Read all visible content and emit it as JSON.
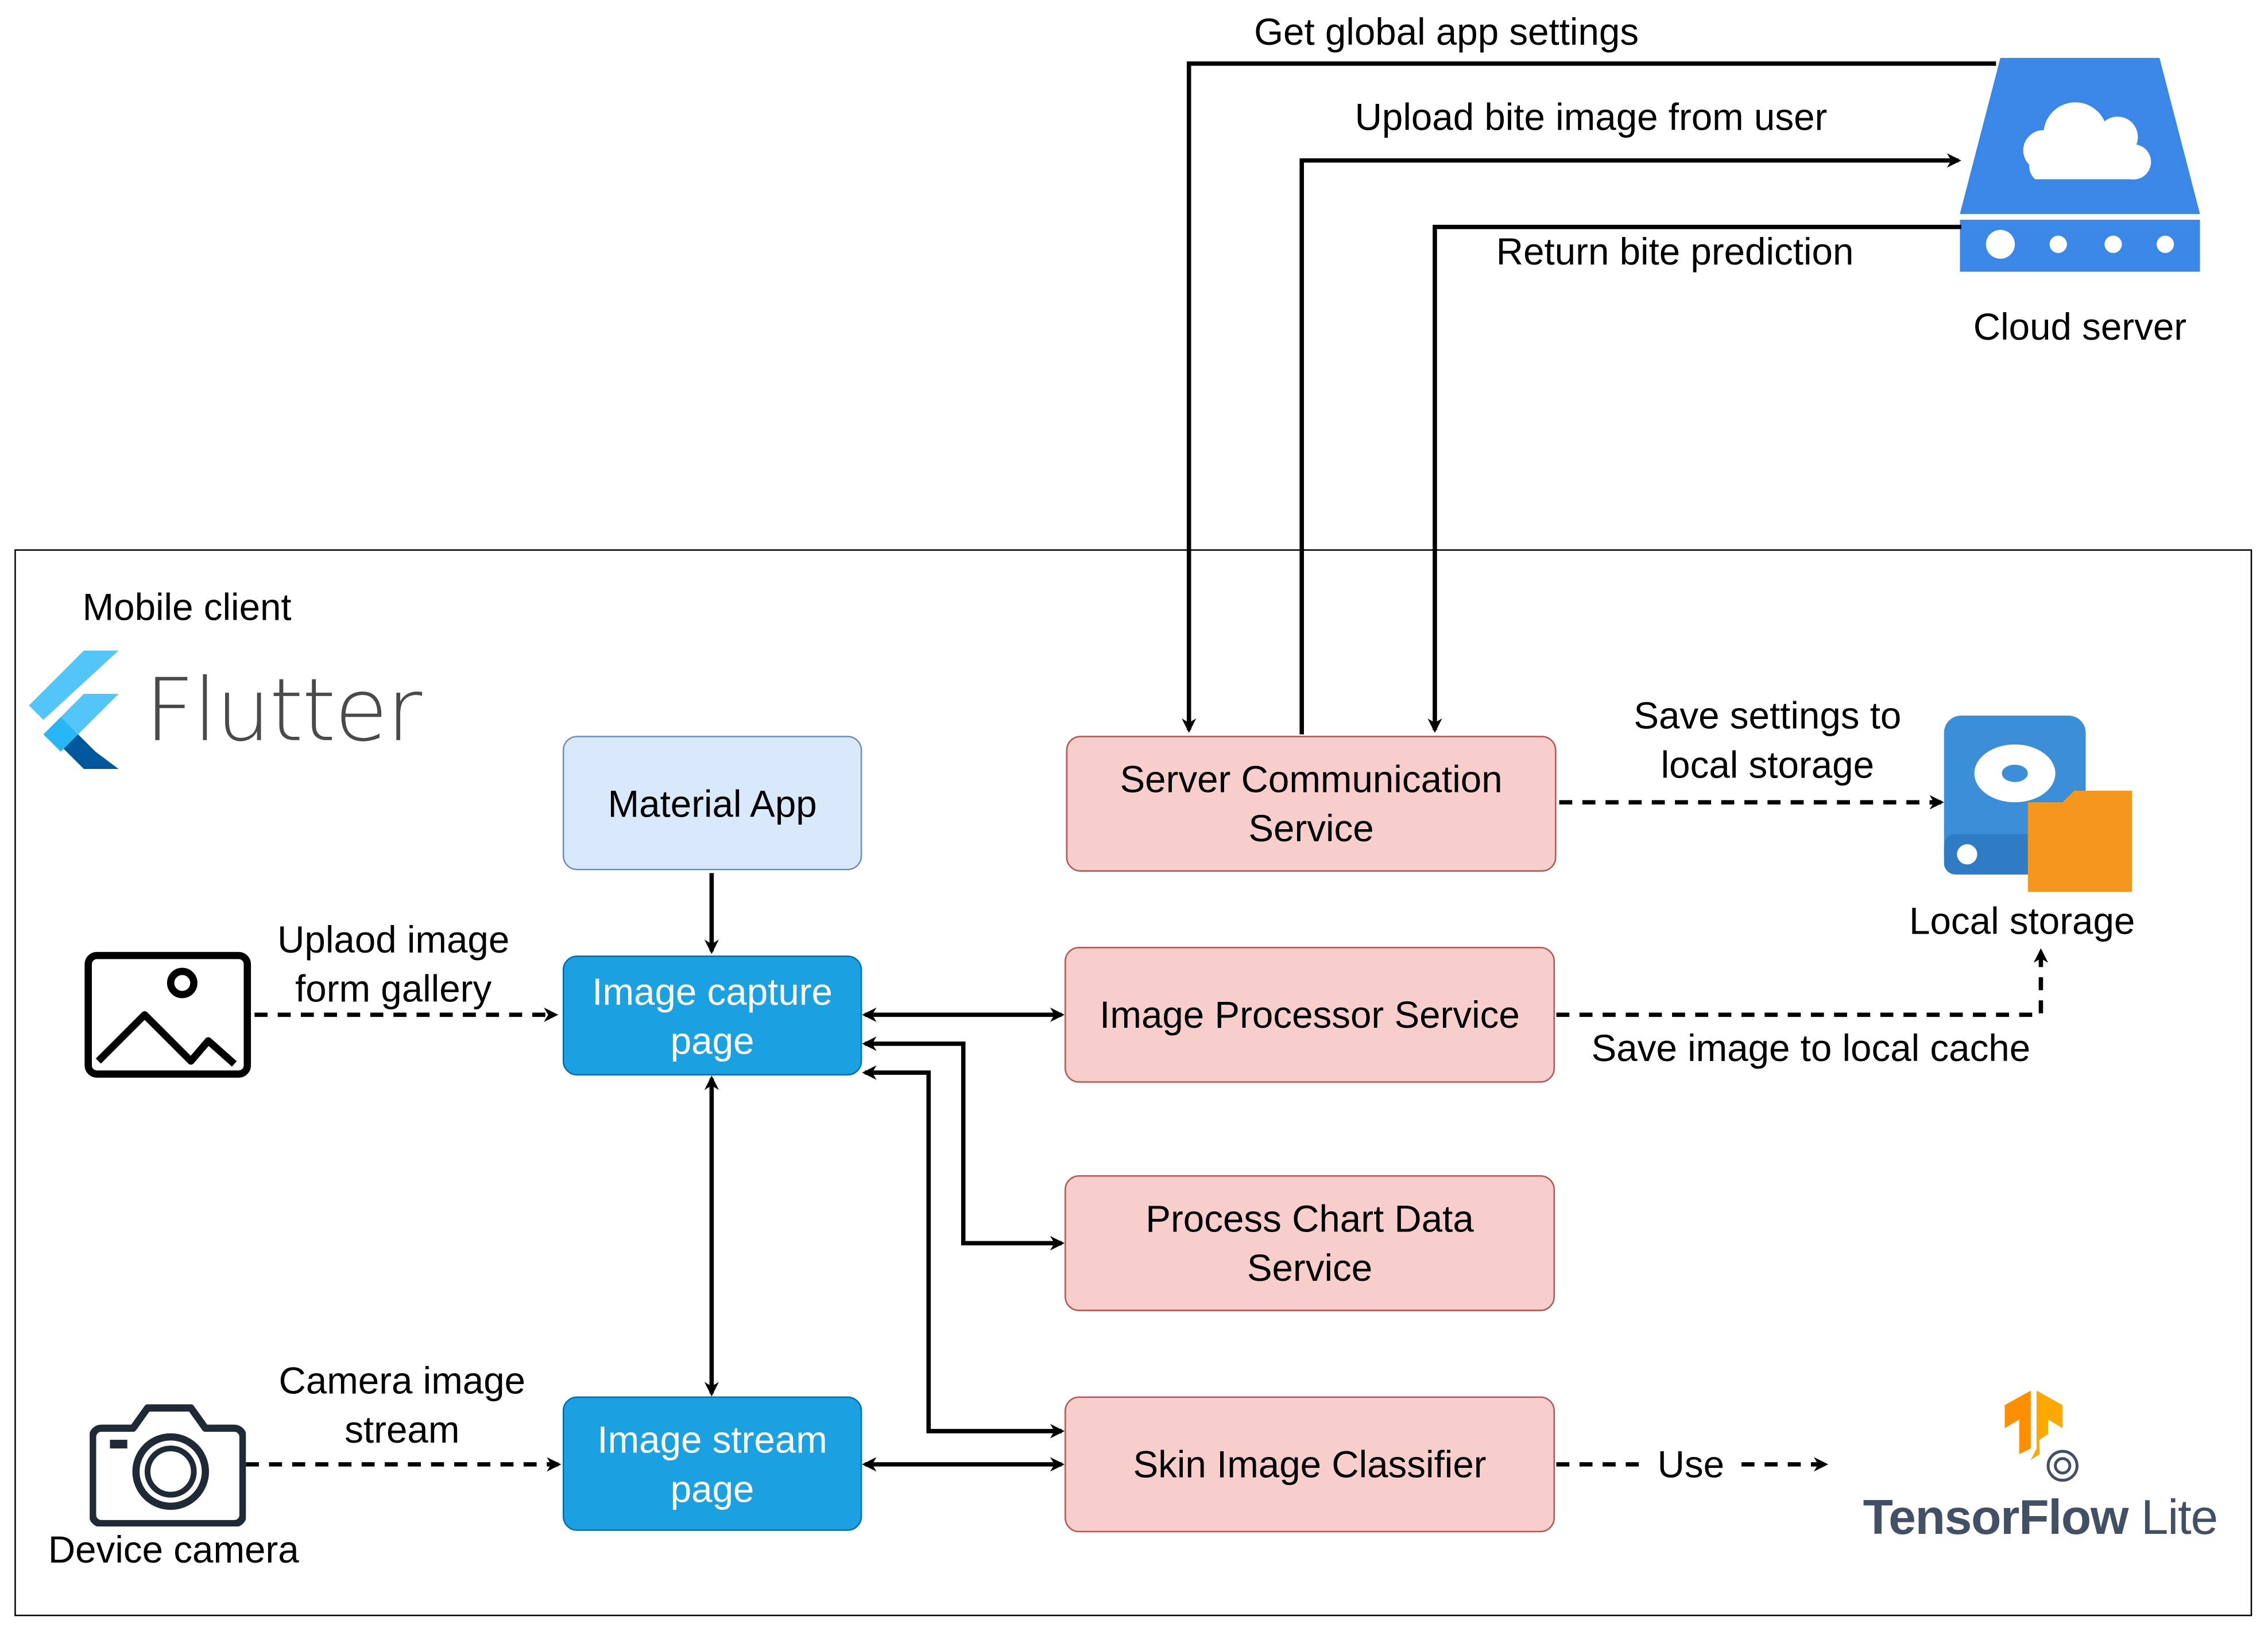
{
  "container": {
    "label": "Mobile client"
  },
  "logos": {
    "flutter": {
      "text": "Flutter",
      "color_light": "#54c5f8",
      "color_dark": "#01579b"
    },
    "tensorflow": {
      "text_bold": "TensorFlow",
      "text_light": "Lite",
      "color": "#ff8f00"
    }
  },
  "cloud": {
    "label": "Cloud server",
    "color": "#3a87e8"
  },
  "local_storage": {
    "label": "Local storage",
    "disk_color": "#3b8fd9",
    "folder_color": "#f5961d"
  },
  "gallery": {
    "label": "Uplaod image\nform gallery"
  },
  "camera": {
    "label": "Device camera",
    "stream_label": "Camera image\nstream"
  },
  "nodes": {
    "material_app": "Material App",
    "image_capture": "Image capture\npage",
    "image_stream": "Image stream\npage",
    "server_comm": "Server Communication\nService",
    "image_processor": "Image Processor Service",
    "chart_data": "Process Chart Data\nService",
    "classifier": "Skin Image Classifier"
  },
  "edges": {
    "get_settings": "Get global app settings",
    "upload_image": "Upload bite image from user",
    "return_prediction": "Return bite prediction",
    "save_settings": "Save settings to\nlocal storage",
    "save_image": "Save image to local cache",
    "use": "Use"
  },
  "colors": {
    "node_light_fill": "#dae8fc",
    "node_blue_fill": "#1ba1e2",
    "node_pink_fill": "#f8cecc"
  }
}
